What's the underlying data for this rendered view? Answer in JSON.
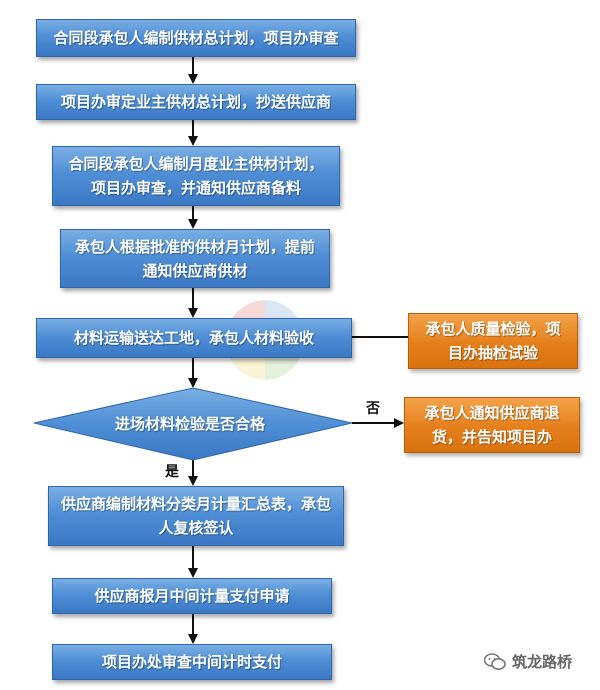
{
  "nodes": {
    "step1": "合同段承包人编制供材总计划，项目办审查",
    "step2": "项目办审定业主供材总计划，抄送供应商",
    "step3": "合同段承包人编制月度业主供材计划，项目办审查，并通知供应商备料",
    "step4": "承包人根据批准的供材月计划，提前通知供应商供材",
    "step5": "材料运输送达工地，承包人材料验收",
    "side1": "承包人质量检验，项目办抽检试验",
    "decision": "进场材料检验是否合格",
    "side2": "承包人通知供应商退货，并告知项目办",
    "step6": "供应商编制材料分类月计量汇总表，承包人复核签认",
    "step7": "供应商报月中间计量支付申请",
    "step8": "项目办处审查中间计时支付"
  },
  "edges": {
    "no": "否",
    "yes": "是"
  },
  "watermark": {
    "name": "筑龙路桥",
    "icon": "wechat-icon"
  },
  "colors": {
    "process": "#4f8fd6",
    "side": "#e57f1b",
    "arrow": "#111111"
  }
}
